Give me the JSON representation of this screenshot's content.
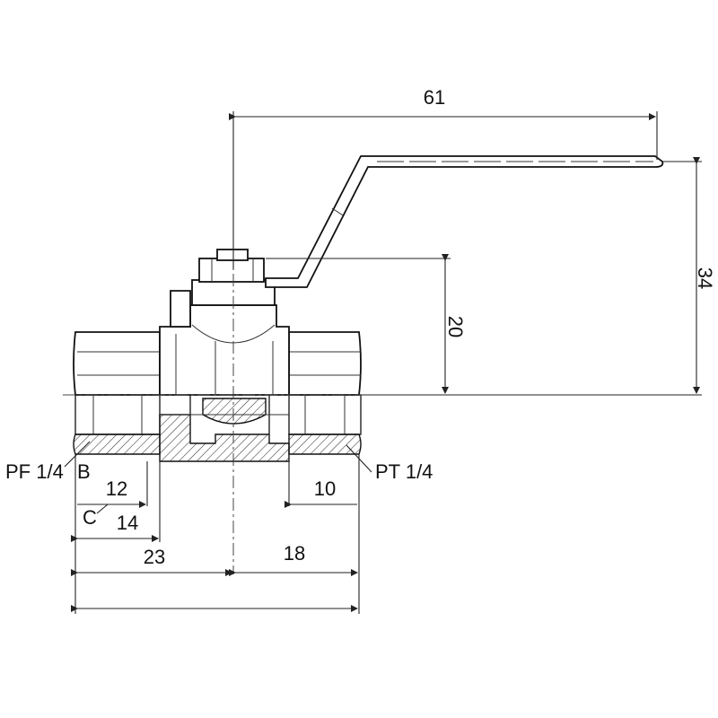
{
  "dimensions": {
    "handle_length": "61",
    "total_height": "34",
    "stem_height": "20",
    "thread_depth_left": "12",
    "thread_depth_right": "10",
    "flat_width": "14",
    "left_half": "23",
    "right_half": "18"
  },
  "labels": {
    "left_thread": "PF 1/4",
    "right_thread": "PT 1/4",
    "b_callout": "B",
    "c_callout": "C"
  },
  "colors": {
    "line": "#222222",
    "background": "#ffffff"
  }
}
